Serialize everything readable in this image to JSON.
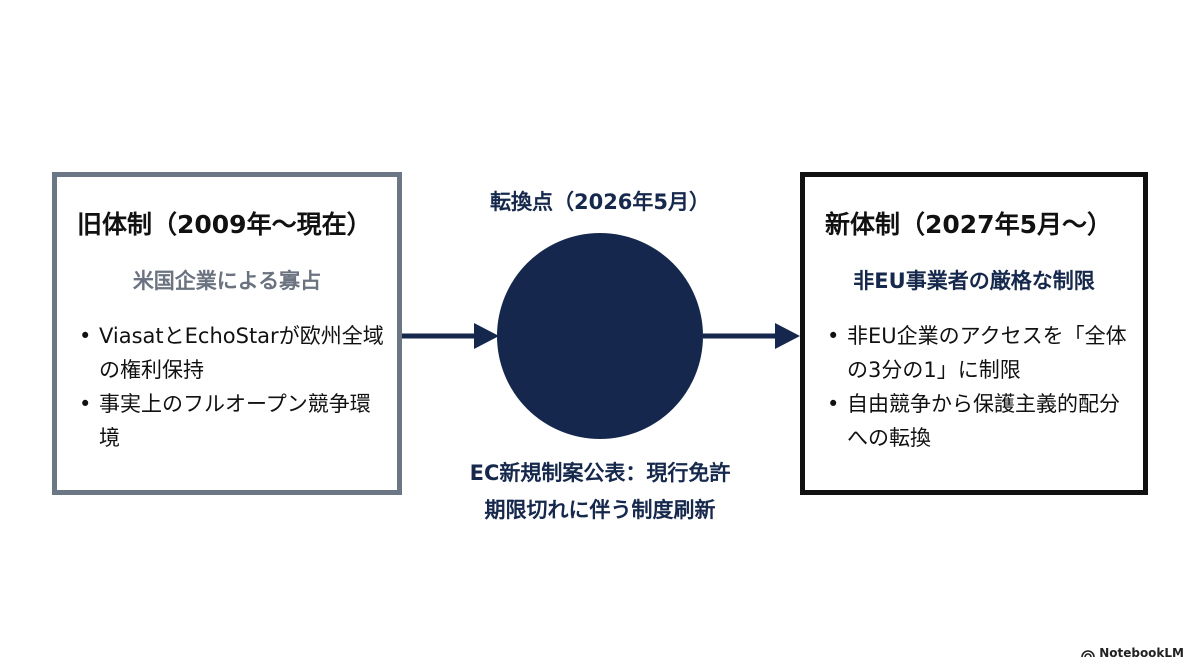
{
  "old_system": {
    "title": "旧体制（2009年〜現在）",
    "subtitle": "米国企業による寡占",
    "bullets": [
      "ViasatとEchoStarが欧州全域の権利保持",
      "事実上のフルオープン競争環境"
    ]
  },
  "turning_point": {
    "label": "転換点（2026年5月）",
    "description_line1": "EC新規制案公表：現行免許",
    "description_line2": "期限切れに伴う制度刷新"
  },
  "new_system": {
    "title": "新体制（2027年5月〜）",
    "subtitle": "非EU事業者の厳格な制限",
    "bullets": [
      "非EU企業のアクセスを「全体の3分の1」に制限",
      "自由競争から保護主義的配分への転換"
    ]
  },
  "bullet_symbol": "•",
  "watermark": {
    "text": "NotebookLM",
    "icon": "notebooklm-logo-icon"
  },
  "colors": {
    "navy": "#15274c",
    "old_border": "#6b7785",
    "new_border": "#111111"
  }
}
